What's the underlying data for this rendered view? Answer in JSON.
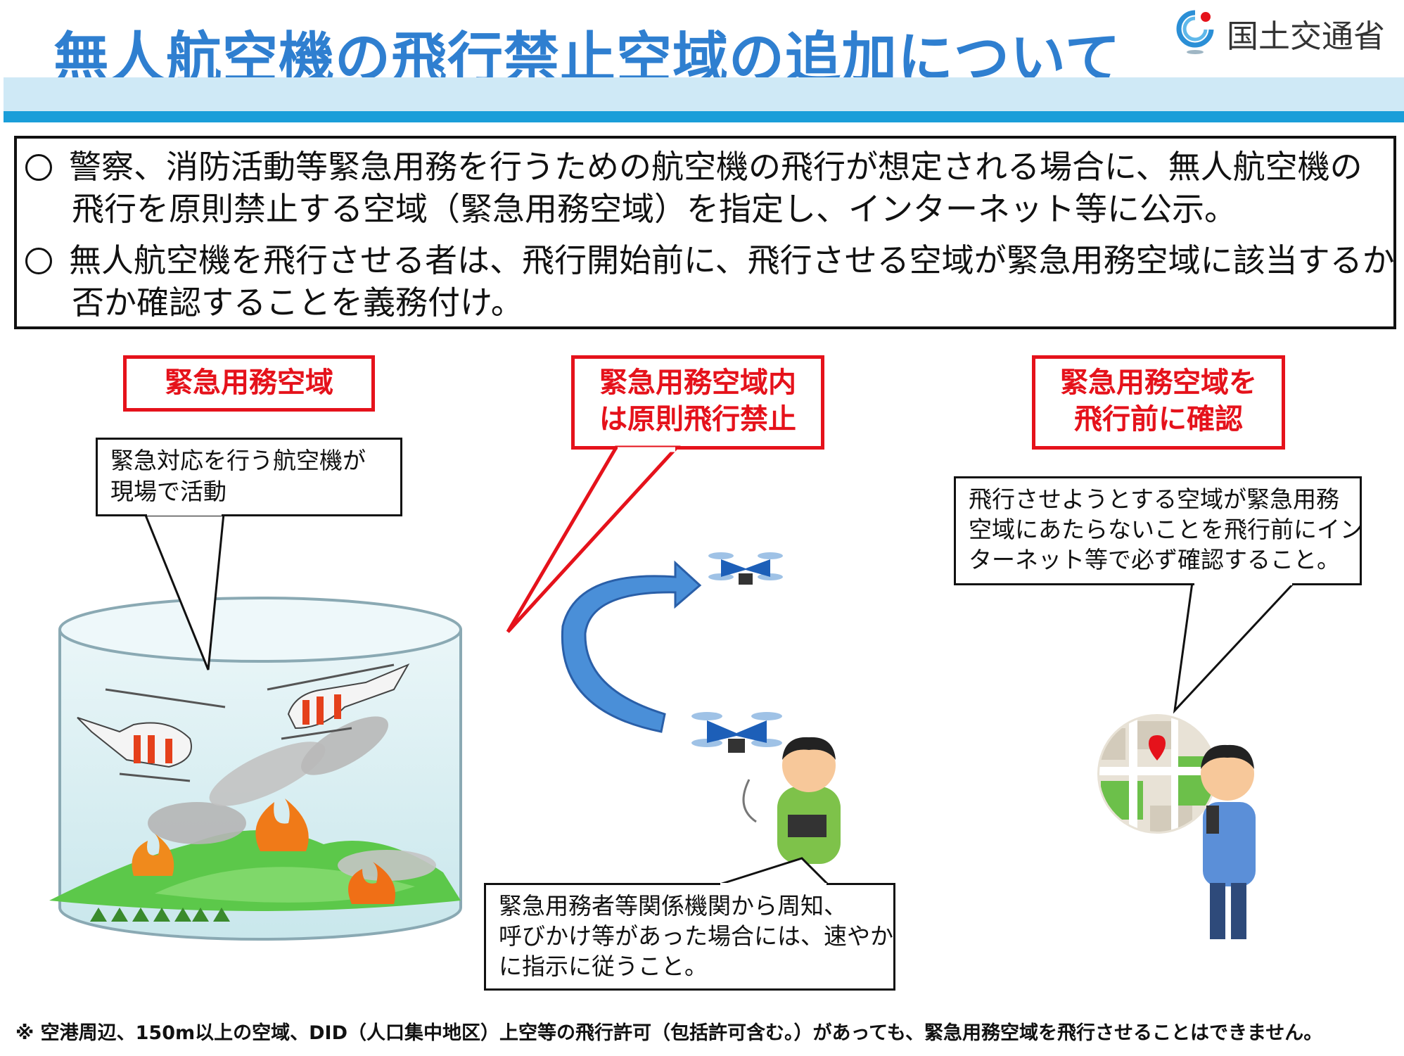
{
  "title": "無人航空機の飛行禁止空域の追加について",
  "logo": {
    "text": "国土交通省",
    "icon": "mlit-logo-icon"
  },
  "summary": {
    "bullet1": {
      "line1": "警察、消防活動等緊急用務を行うための航空機の飛行が想定される場合に、無人航空機の",
      "line2": "飛行を原則禁止する空域（緊急用務空域）を指定し、インターネット等に公示。"
    },
    "bullet2": {
      "line1": "無人航空機を飛行させる者は、飛行開始前に、飛行させる空域が緊急用務空域に該当するか",
      "line2": "否か確認することを義務付け。"
    }
  },
  "labels": {
    "left": "緊急用務空域",
    "center": {
      "line1": "緊急用務空域内",
      "line2": "は原則飛行禁止"
    },
    "right": {
      "line1": "緊急用務空域を",
      "line2": "飛行前に確認"
    }
  },
  "callouts": {
    "aircraft": {
      "line1": "緊急対応を行う航空機が",
      "line2": "現場で活動"
    },
    "check": {
      "line1": "飛行させようとする空域が緊急用務",
      "line2": "空域にあたらないことを飛行前にイン",
      "line3": "ターネット等で必ず確認すること。"
    },
    "notice": {
      "line1": "緊急用務者等関係機関から周知、",
      "line2": "呼びかけ等があった場合には、速やか",
      "line3": "に指示に従うこと。"
    }
  },
  "footnote": "※ 空港周辺、150m以上の空域、DID（人口集中地区）上空等の飛行許可（包括許可含む。）があっても、緊急用務空域を飛行させることはできません。",
  "colors": {
    "title": "#2f7fd0",
    "accent_red": "#e5121b",
    "band_light": "#cfe9f6",
    "band_dark": "#1a9ed9"
  }
}
